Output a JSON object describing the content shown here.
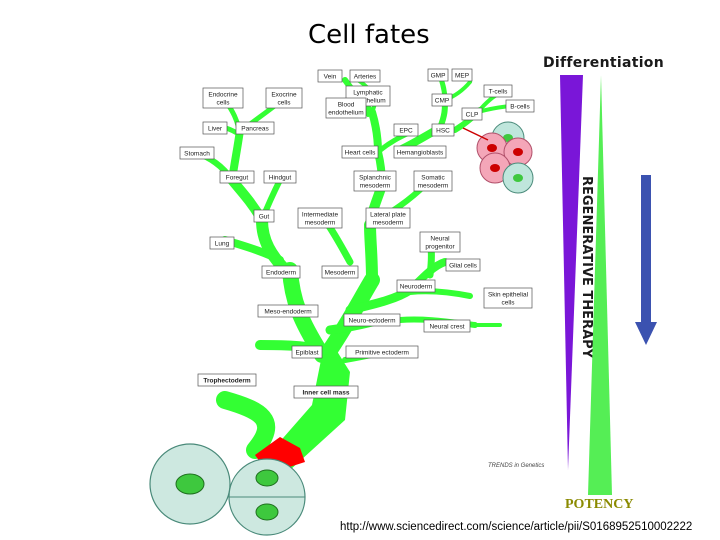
{
  "title": "Cell fates",
  "differentiation_label": "Differentiation",
  "regenerative_label": "REGENERATIVE THERAPY",
  "potency_label": "POTENCY",
  "source_url": "http://www.sciencedirect.com/science/article/pii/S0168952510002222",
  "credit": "TRENDS in Genetics",
  "colors": {
    "tree": "#33ff33",
    "trunk_base": "#ff0000",
    "purple_wedge": "#7a16d8",
    "green_wedge": "#55ee55",
    "arrow": "#3b52b0"
  },
  "nodes": {
    "vein": "Vein",
    "arteries": "Arteries",
    "gmp": "GMP",
    "mep": "MEP",
    "endocrine": "Endocrine\ncells",
    "exocrine": "Exocrine\ncells",
    "lymphatic": "Lymphatic\nendothelium",
    "cmp": "CMP",
    "tcells": "T-cells",
    "blood_endo": "Blood\nendothelium",
    "bcells": "B-cells",
    "clp": "CLP",
    "liver": "Liver",
    "pancreas": "Pancreas",
    "epc": "EPC",
    "hsc": "HSC",
    "stomach": "Stomach",
    "heart": "Heart cells",
    "hemangio": "Hemangioblasts",
    "foregut": "Foregut",
    "hindgut": "Hindgut",
    "splanchnic": "Splanchnic\nmesoderm",
    "somatic": "Somatic\nmesoderm",
    "gut": "Gut",
    "intermediate": "Intermediate\nmesoderm",
    "lateral": "Lateral plate\nmesoderm",
    "neural_prog": "Neural\nprogenitor",
    "lung": "Lung",
    "glial": "Glial cells",
    "endoderm": "Endoderm",
    "mesoderm": "Mesoderm",
    "neuroderm": "Neuroderm",
    "skin": "Skin epithelial\ncells",
    "mesendoderm": "Meso-endoderm",
    "neuroecto": "Neuro-ectoderm",
    "neural_crest": "Neural crest",
    "epiblast": "Epiblast",
    "primitive_ecto": "Primitive ectoderm",
    "trophectoderm": "Trophectoderm",
    "icm": "Inner cell mass"
  }
}
